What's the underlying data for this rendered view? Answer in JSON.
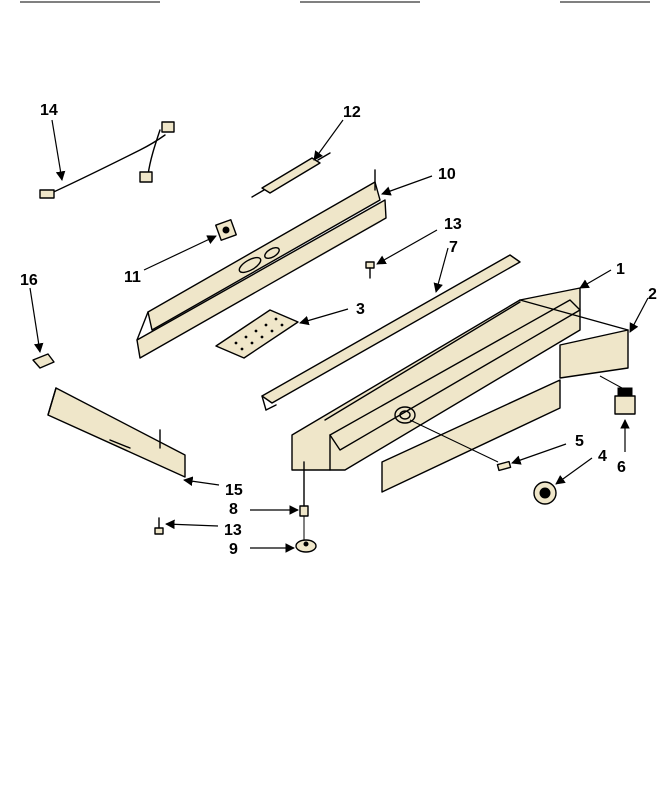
{
  "callouts": {
    "p1": "1",
    "p2": "2",
    "p3": "3",
    "p4": "4",
    "p5": "5",
    "p6": "6",
    "p7": "7",
    "p8": "8",
    "p9": "9",
    "p10": "10",
    "p11": "11",
    "p12": "12",
    "p13a": "13",
    "p13b": "13",
    "p14": "14",
    "p15": "15",
    "p16": "16"
  },
  "colors": {
    "ink": "#000000",
    "paper": "#ffffff",
    "part_fill": "#efe6c9"
  }
}
